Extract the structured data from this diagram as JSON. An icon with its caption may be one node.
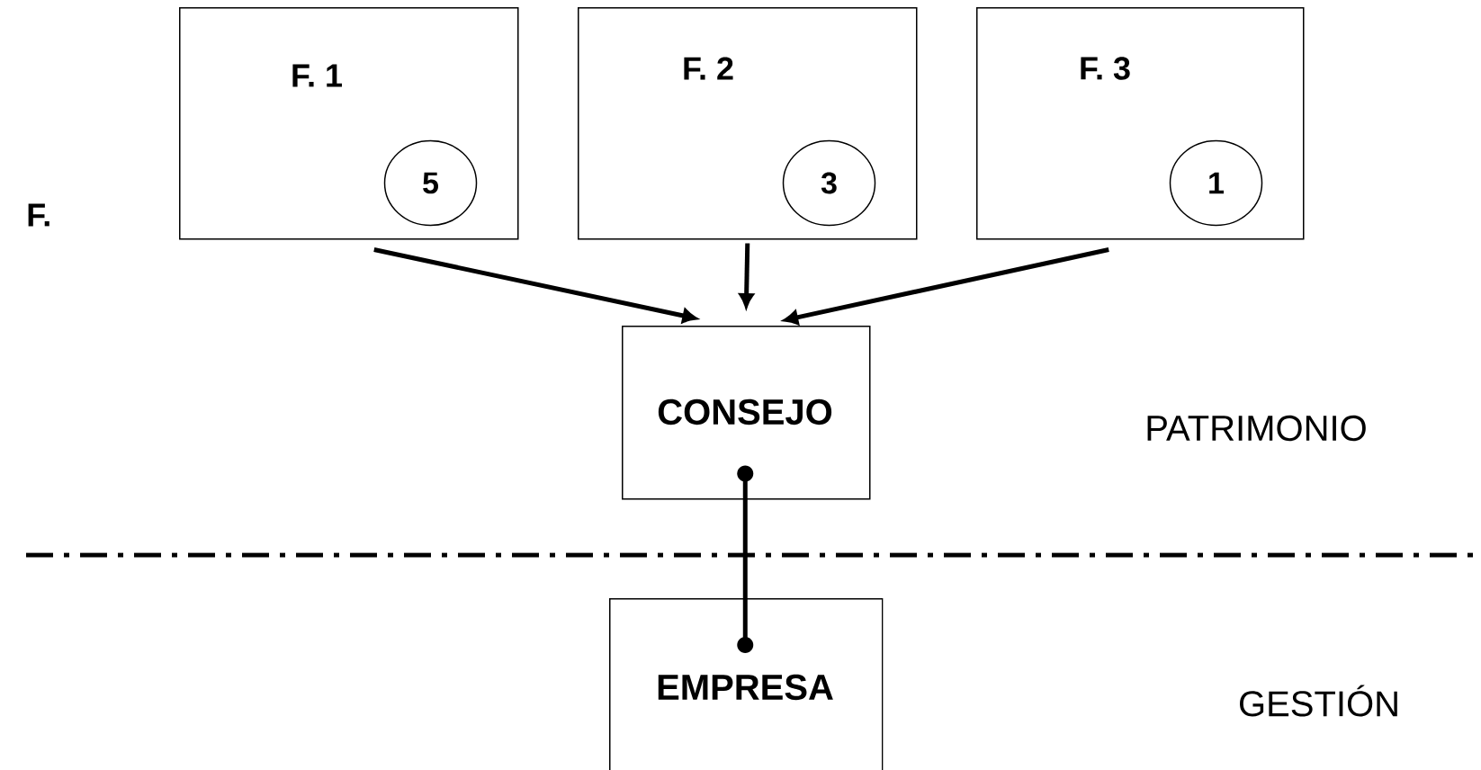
{
  "diagram": {
    "nodes": [
      {
        "text": [
          "F. 1"
        ]
      },
      {
        "text": [
          "5"
        ],
        "in": 0
      },
      {
        "text": [
          "F. 2"
        ]
      },
      {
        "text": [
          "3"
        ],
        "in": 2
      },
      {
        "text": [
          "F. 3"
        ]
      },
      {
        "text": [
          "1"
        ],
        "in": 4
      },
      {
        "text": [
          "CONSEJO"
        ]
      },
      {
        "text": [
          "EMPRESA"
        ]
      }
    ],
    "edges": [
      {
        "from": 0,
        "to": 6,
        "arrow": "to"
      },
      {
        "from": 2,
        "to": 6,
        "arrow": "to"
      },
      {
        "from": 4,
        "to": 6,
        "arrow": "to"
      },
      {
        "from": 6,
        "to": 7,
        "arrow": "other"
      }
    ],
    "labels": [
      "F.",
      "PATRIMONIO",
      "GESTIÓN"
    ]
  }
}
